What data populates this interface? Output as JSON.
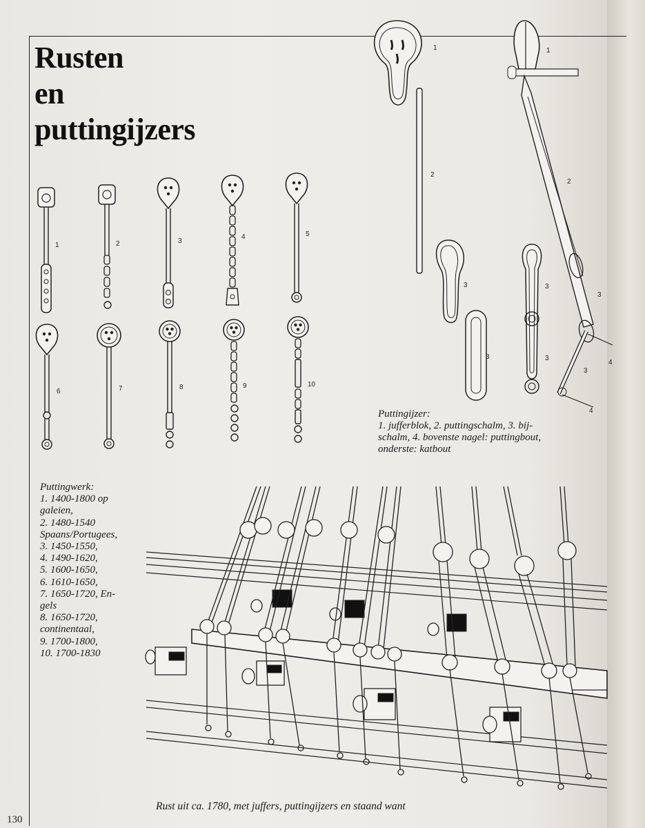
{
  "title_lines": [
    "Rusten",
    "en",
    "puttingijzers"
  ],
  "puttingwerk_caption": {
    "heading": "Puttingwerk:",
    "lines": [
      "1. 1400-1800 op",
      "galeien,",
      "2. 1480-1540",
      "Spaans/Portugees,",
      "3. 1450-1550,",
      "4. 1490-1620,",
      "5. 1600-1650,",
      "6. 1610-1650,",
      "7. 1650-1720, En-",
      "gels",
      "8. 1650-1720,",
      "continentaal,",
      "9. 1700-1800,",
      "10. 1700-1830"
    ]
  },
  "puttingijzer_caption": {
    "heading": "Puttingijzer:",
    "lines": [
      "1. jufferblok, 2. puttingschalm, 3. bij-",
      "schalm, 4. bovenste nagel: puttingbout,",
      "onderste: katbout"
    ]
  },
  "bottom_caption": "Rust uit ca. 1780, met juffers, puttingijzers en staand want",
  "page_number": "130",
  "figure_numbers": {
    "row1": [
      "1",
      "2",
      "3",
      "4",
      "5"
    ],
    "row2": [
      "6",
      "7",
      "8",
      "9",
      "10"
    ],
    "detail_left": [
      "1",
      "2",
      "3",
      "3"
    ],
    "detail_right": [
      "1",
      "2",
      "3",
      "3",
      "3",
      "4",
      "3",
      "4"
    ]
  }
}
